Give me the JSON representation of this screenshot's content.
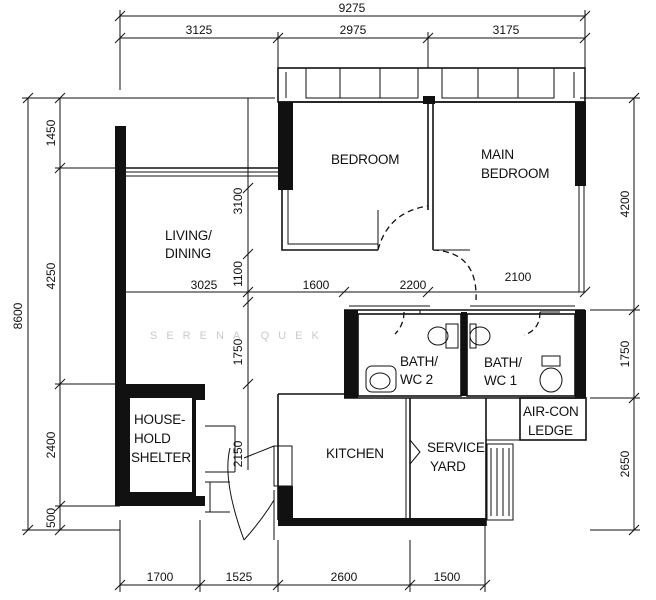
{
  "dimensions": {
    "top_total": "9275",
    "top_segments": [
      "3125",
      "2975",
      "3175"
    ],
    "left_total": "8600",
    "left_segments": [
      "1450",
      "4250",
      "2400",
      "500"
    ],
    "right_segments": [
      "4200",
      "1750",
      "2650"
    ],
    "bottom_segments": [
      "1700",
      "1525",
      "2600",
      "1500"
    ],
    "interior": {
      "bedroom_height": "3100",
      "living_width": "3025",
      "corridor_width": "1100",
      "corridor_1600": "1600",
      "corridor_2200": "2200",
      "main_bedroom_width": "2100",
      "bath_height": "1750",
      "shelter_depth": "2150"
    }
  },
  "rooms": {
    "bedroom": "BEDROOM",
    "main_bedroom_line1": "MAIN",
    "main_bedroom_line2": "BEDROOM",
    "living_line1": "LIVING/",
    "living_line2": "DINING",
    "bath2_line1": "BATH/",
    "bath2_line2": "WC  2",
    "bath1_line1": "BATH/",
    "bath1_line2": "WC  1",
    "shelter_line1": "HOUSE-",
    "shelter_line2": "HOLD",
    "shelter_line3": "SHELTER",
    "kitchen": "KITCHEN",
    "service_line1": "SERVICE",
    "service_line2": "YARD",
    "aircon_line1": "AIR-CON",
    "aircon_line2": "LEDGE"
  },
  "watermark": "SERENA QUEK"
}
